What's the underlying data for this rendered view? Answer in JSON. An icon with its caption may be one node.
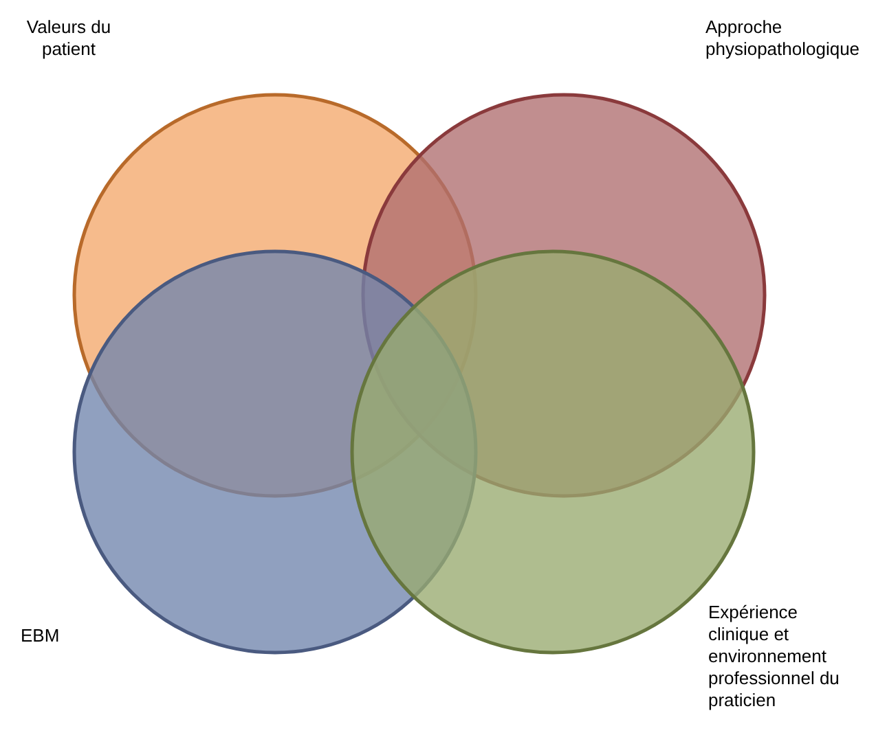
{
  "diagram": {
    "nodes": [
      {
        "text": [
          "Valeurs du patient"
        ]
      },
      {
        "text": [
          "Approche physiopathologique"
        ]
      },
      {
        "text": [
          "EBM"
        ]
      },
      {
        "text": [
          "Expérience clinique et environnement professionnel du praticien"
        ]
      }
    ]
  }
}
